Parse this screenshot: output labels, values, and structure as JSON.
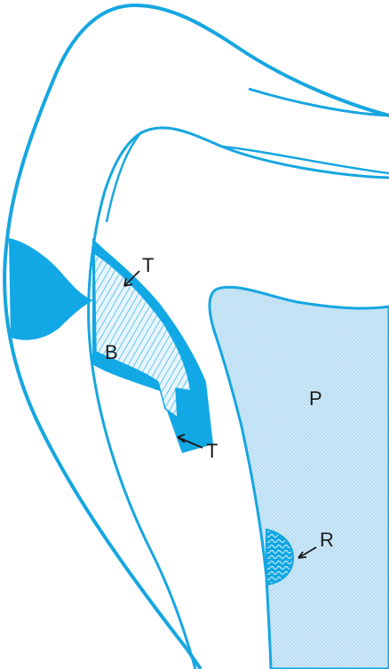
{
  "labels": {
    "tertiary_top": "T",
    "bacteria": "B",
    "tertiary_bottom": "T",
    "pulp": "P",
    "reparative": "R"
  },
  "colors": {
    "outline": "#16a6e0",
    "fill_blue": "#12a8e6",
    "pulp_fill": "#cfe8f7",
    "hatch_bg": "#e8f5fc",
    "label_text": "#1a1a1a",
    "background": "#ffffff"
  },
  "icons": {
    "pointer": "arrow-icon"
  }
}
